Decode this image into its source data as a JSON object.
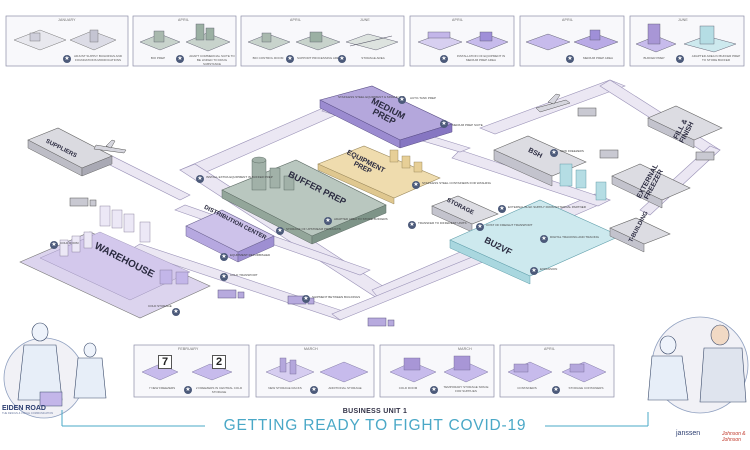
{
  "colors": {
    "purple": "#c9bde6",
    "purple_dark": "#a896d6",
    "lavender_roof": "#b4a7dc",
    "grey_green": "#b8c5bd",
    "teal_green": "#6f8f83",
    "tan": "#efdcae",
    "light_blue": "#cde9ee",
    "grey": "#d9d9de",
    "road": "#e6e2ef",
    "accent_blue": "#4aa8c7",
    "ink": "#2b2b40"
  },
  "top_timeline": {
    "panels": [
      {
        "months": [
          "JANUARY"
        ],
        "captions": [
          "ADJUST SUPPLY BUILDINGS AND FOUNDATIONS MODIFICATIONS"
        ]
      },
      {
        "months": [
          "APRIL"
        ],
        "captions": [
          "BIO PREP",
          "ADAPT COMMERCIAL SUITE TO BE LINKED TO DRUG SUBSTANCE"
        ]
      },
      {
        "months": [
          "APRIL",
          "JUNE"
        ],
        "captions": [
          "BIO CONTROL ROOM",
          "SUPPORT PROCESSING AREA",
          "STORAGE AREA"
        ]
      },
      {
        "months": [
          "APRIL"
        ],
        "captions": [
          "INSTALLATION OF EQUIPMENT IN MEDIUM PREP AREA"
        ]
      },
      {
        "months": [
          "APRIL"
        ],
        "captions": [
          "MEDIUM PREP AREA"
        ]
      },
      {
        "months": [
          "JUNE"
        ],
        "captions": [
          "BUFFER PREP",
          "ADAPTED AREA IN BUFFER PREP TO STORE BUFFER"
        ]
      }
    ]
  },
  "zones": {
    "medium_prep": "MEDIUM PREP",
    "equipment_prep": "EQUIPMENT PREP",
    "buffer_prep": "BUFFER PREP",
    "distribution_center": "DISTRIBUTION CENTER",
    "warehouse": "WAREHOUSE",
    "suppliers": "SUPPLIERS",
    "bsh": "BSH",
    "storage": "STORAGE",
    "bu2_vf": "BU2VF",
    "fill_finish": "FILL & FINISH",
    "external_freezer": "EXTERNAL FREEZER",
    "t_building": "T-BUILDING"
  },
  "callouts": {
    "medium_prep_a": "STAINLESS STEEL EQUIPMENT & SINGLE USE",
    "medium_prep_b": "AUTO-TANK PREP",
    "medium_prep_c": "MEDIUM PREP SUITE",
    "buffer_a": "INSTALL EXTRA EQUIPMENT IN BUFFER PREP",
    "buffer_b": "ADAPTED AREA TO STORE BUFFERS",
    "dist_a": "STORAGE OF UPSTREAM PRODUCTS",
    "dist_b": "EQUIPMENT REFURBISHED",
    "wh_a": "COLD ROOM",
    "wh_b": "COLD STORAGE",
    "road_a": "COLD TRANSPORT",
    "road_b": "SHIPMENT BETWEEN BUILDINGS",
    "bu2_a": "EXTERNAL BULK SUPPLY FROM EXTERNAL PARTNER",
    "bu2_b": "COST OF FREIGHT TRANSPORT",
    "bu2_c": "DIGITAL TRACKING AND TRACING",
    "bu2_d": "EXPANSION",
    "equip_a": "STAINLESS STEEL CONTAINERS FOR WASHING",
    "equip_b": "TRANSFER TO DIFFERENT UNITS",
    "bsh_a": "NEW FREEZERS"
  },
  "bottom_timeline": {
    "panels": [
      {
        "months": [
          "FEBRUARY"
        ],
        "numbers": [
          "7",
          "2"
        ],
        "captions": [
          "7 NEW FREEZERS",
          "2 FREEZERS IN CENTRAL COLD STORAGE"
        ]
      },
      {
        "months": [
          "MARCH"
        ],
        "captions": [
          "NEW STORAGE RACKS",
          "ADDITIONAL STORAGE"
        ]
      },
      {
        "months": [
          "MARCH"
        ],
        "captions": [
          "COLD ROOM",
          "TEMPORARY STORAGE SPACE FOR SUPPLIES"
        ]
      },
      {
        "months": [
          "APRIL"
        ],
        "captions": [
          "CONTAINERS",
          "STORAGE CONTAINERS"
        ]
      }
    ]
  },
  "footer": {
    "business_unit": "BUSINESS UNIT 1",
    "title": "GETTING READY TO FIGHT COVID-19",
    "brand_left": "EIDEN ROAD",
    "brand_left_sub": "THE DESIGN & VISUAL COMMUNICATION",
    "brand_right": "janssen",
    "brand_right2": "Johnson & Johnson"
  },
  "icons": [
    "star-icon",
    "airplane-icon",
    "truck-icon",
    "person-icon"
  ]
}
